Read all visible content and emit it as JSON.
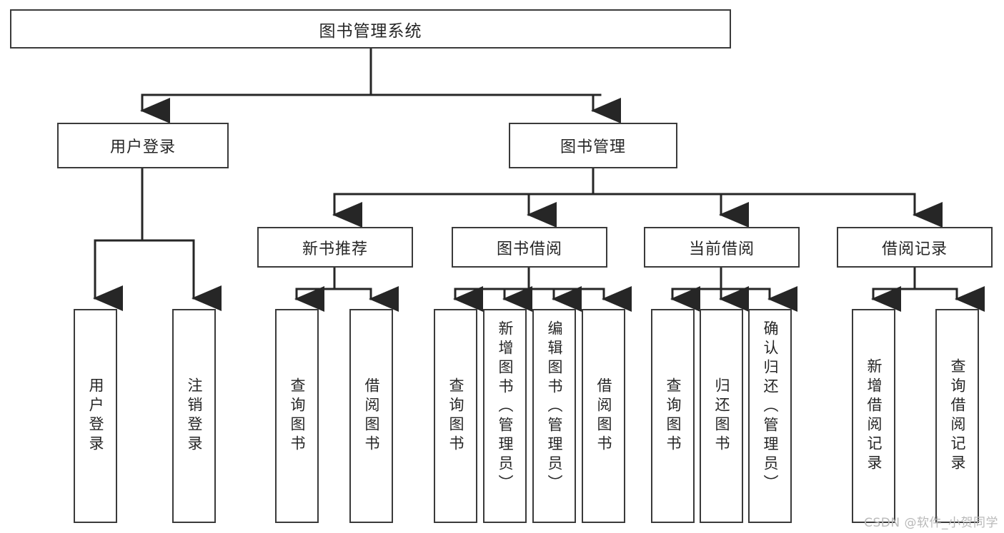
{
  "diagram": {
    "type": "hierarchy-tree",
    "title": "图书管理系统",
    "watermark": "CSDN @软件_小贺同学",
    "colors": {
      "box_border": "#3a3a3a",
      "box_fill": "#ffffff",
      "connector": "#262626",
      "text": "#262626",
      "watermark": "#b9b9b9",
      "background": "#ffffff"
    },
    "root": {
      "label": "图书管理系统"
    },
    "level2": [
      {
        "label": "用户登录"
      },
      {
        "label": "图书管理"
      }
    ],
    "level3": [
      {
        "label": "新书推荐"
      },
      {
        "label": "图书借阅"
      },
      {
        "label": "当前借阅"
      },
      {
        "label": "借阅记录"
      }
    ],
    "leaves": {
      "user_login": [
        {
          "label": "用户登录"
        },
        {
          "label": "注销登录"
        }
      ],
      "new_book_recommend": [
        {
          "label": "查询图书"
        },
        {
          "label": "借阅图书"
        }
      ],
      "book_borrow": [
        {
          "label": "查询图书"
        },
        {
          "label": "新增图书（管理员）"
        },
        {
          "label": "编辑图书（管理员）"
        },
        {
          "label": "借阅图书"
        }
      ],
      "current_borrow": [
        {
          "label": "查询图书"
        },
        {
          "label": "归还图书"
        },
        {
          "label": "确认归还（管理员）"
        }
      ],
      "borrow_records": [
        {
          "label": "新增借阅记录"
        },
        {
          "label": "查询借阅记录"
        }
      ]
    }
  }
}
